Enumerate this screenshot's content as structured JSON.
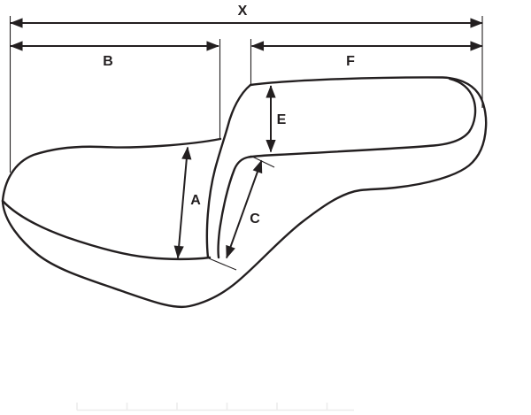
{
  "diagram": {
    "description": "Side-profile technical dimension diagram of a two-piece motorcycle seat",
    "colors": {
      "ink": "#231f20",
      "background": "#ffffff",
      "ruler": "#ececec"
    },
    "labels": {
      "x": "X",
      "b": "B",
      "f": "F",
      "e": "E",
      "a": "A",
      "c": "C"
    }
  }
}
